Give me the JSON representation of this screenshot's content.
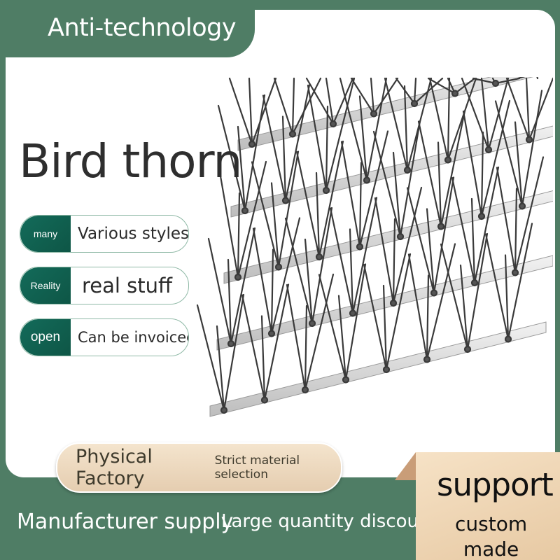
{
  "header": {
    "tab_label": "Anti-technology"
  },
  "main": {
    "title": "Bird thorn",
    "features": [
      {
        "tag": "many",
        "text": "Various styles"
      },
      {
        "tag": "Reality",
        "text": "real stuff"
      },
      {
        "tag": "open",
        "text": "Can be invoiced"
      }
    ],
    "factory": {
      "primary": "Physical Factory",
      "secondary": "Strict material selection"
    }
  },
  "footer": {
    "left": "Manufacturer supply",
    "middle": "Large quantity discount",
    "support_big": "support",
    "support_line1": "custom",
    "support_line2": "made"
  },
  "colors": {
    "green": "#4f7d65",
    "tag_green": "#0e5646",
    "beige": "#f4e4cd",
    "white": "#ffffff"
  }
}
